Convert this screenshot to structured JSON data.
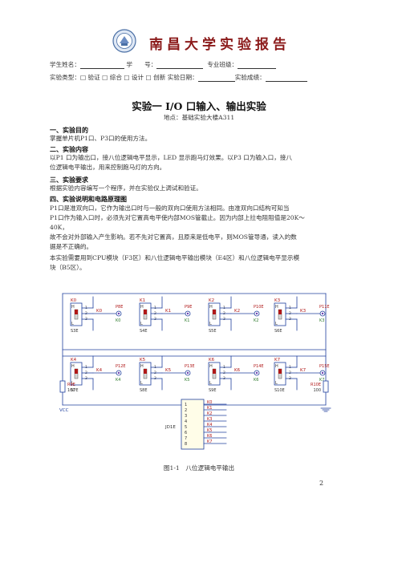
{
  "header": {
    "title": "南昌大学实验报告"
  },
  "info": {
    "row1": {
      "name_label": "学生姓名：",
      "id_label": "学　　号：",
      "class_label": "专业班级："
    },
    "row2": {
      "type_label": "实验类型：",
      "options": "□ 验证 □ 综合 □ 设计 □ 创新",
      "date_label": "实验日期：",
      "grade_label": "实验成绩："
    }
  },
  "experiment": {
    "title": "实验一 I/O 口输入、输出实验",
    "location": "地点：基础实验大楼A311"
  },
  "sections": {
    "s1": {
      "heading": "一、实验目的",
      "text": "掌握单片机P1口、P3口的使用方法。"
    },
    "s2": {
      "heading": "二、实验内容",
      "line1": "以P1 口为输出口，接八位逻辑电平显示，LED 显示跑马灯效果。以P3 口为输入口，接八",
      "line2": "位逻辑电平输出，用来控制跑马灯的方向。"
    },
    "s3": {
      "heading": "三、实验要求",
      "text": "根据实验内容编写一个程序，并在实验仪上调试和验证。"
    },
    "s4": {
      "heading": "四、实验说明和电路原理图",
      "line1": "P1口是准双向口，它作为输出口时与一般的双向口使用方法相同。由准双向口结构可知当",
      "line2": "P1口作为输入口时，必须先对它置高电平使内部MOS管截止。因为内部上拉电阻阻值是20K～",
      "line3": "40K，",
      "line4": "故不会对外部输入产生影响。若不先对它置高，且原来是低电平，则MOS管导通，读入的数",
      "line5": "据是不正确的。",
      "line6": "本实验需要用到CPU模块（F3区）和八位逻辑电平输出模块（E4区）和八位逻辑电平显示模",
      "line7": "块（B5区）。"
    }
  },
  "circuit": {
    "row1": {
      "switches": [
        "K0",
        "K1",
        "K2",
        "K3"
      ],
      "ids": [
        "S3E",
        "S4E",
        "S5E",
        "S6E"
      ],
      "nets": [
        "K0",
        "K1",
        "K2",
        "K3"
      ],
      "pins": [
        "P8E",
        "P9E",
        "P10E",
        "P11E"
      ]
    },
    "row2": {
      "switches": [
        "K4",
        "K5",
        "K6",
        "K7"
      ],
      "ids": [
        "S7E",
        "S8E",
        "S9E",
        "S10E"
      ],
      "nets": [
        "K4",
        "K5",
        "K6",
        "K7"
      ],
      "pins": [
        "P12E",
        "P13E",
        "P14E",
        "P15E"
      ]
    },
    "h": "H",
    "l": "L",
    "pin_nums": [
      "1",
      "2",
      "3"
    ],
    "res_left": {
      "name": "R9E",
      "value": "100"
    },
    "res_right": {
      "name": "R10E",
      "value": "100"
    },
    "vcc": "VCC",
    "connector": {
      "name": "JD1E",
      "pins": [
        "1",
        "2",
        "3",
        "4",
        "5",
        "6",
        "7",
        "8"
      ],
      "signals": [
        "K0",
        "K1",
        "K2",
        "K3",
        "K4",
        "K5",
        "K6",
        "K7"
      ]
    }
  },
  "figure": {
    "caption": "图1-1　八位逻辑电平输出"
  },
  "page": {
    "number": "2"
  }
}
